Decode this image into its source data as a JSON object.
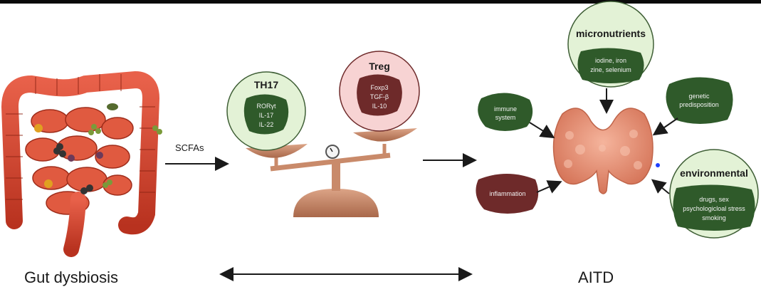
{
  "left": {
    "title": "Gut dysbiosis"
  },
  "middle": {
    "arrow_label": "SCFAs",
    "th17": {
      "title": "TH17",
      "lines": [
        "RORγt",
        "IL-17",
        "IL-22"
      ]
    },
    "treg": {
      "title": "Treg",
      "lines": [
        "Foxp3",
        "TGF-β",
        "IL-10"
      ]
    }
  },
  "right": {
    "title": "AITD",
    "micronutrients": {
      "title": "micronutrients",
      "lines": [
        "iodine, iron",
        "zine, selenium"
      ]
    },
    "immune": {
      "lines": [
        "immune",
        "system"
      ]
    },
    "genetic": {
      "lines": [
        "genetic",
        "predisposition"
      ]
    },
    "inflammation": {
      "label": "inflammation"
    },
    "environmental": {
      "title": "environmental",
      "lines": [
        "drugs, sex",
        "psychologicloal stress",
        "smoking"
      ]
    }
  },
  "colors": {
    "intestine": "#d9432e",
    "th17_circle": "#e3f2d6",
    "treg_circle": "#f7d3d3",
    "dark_green": "#2f5a2a",
    "dark_red": "#6e2a2a",
    "scale": "#c98a6a",
    "thyroid": "#e99476"
  }
}
